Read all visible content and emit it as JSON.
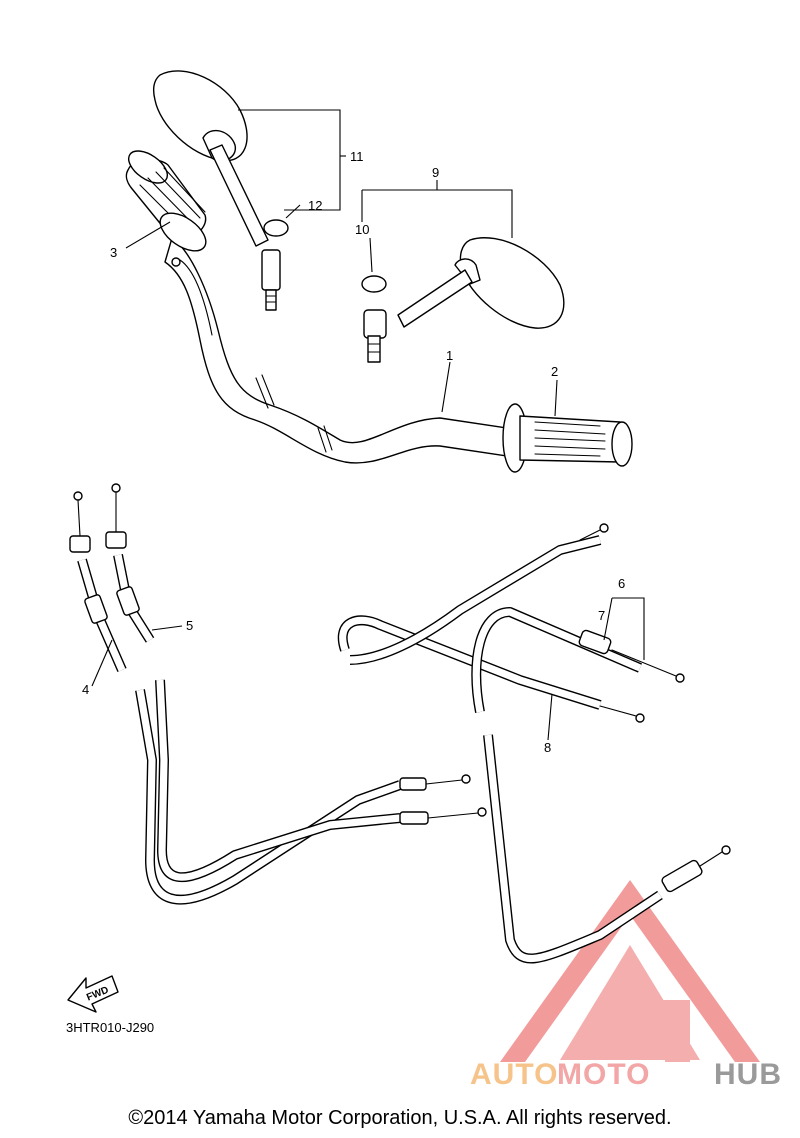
{
  "diagram": {
    "callouts": [
      "1",
      "2",
      "3",
      "4",
      "5",
      "6",
      "7",
      "8",
      "9",
      "10",
      "11",
      "12"
    ],
    "diagram_code": "3HTR010-J290",
    "fwd_label": "FWD",
    "copyright": "©2014 Yamaha Motor Corporation, U.S.A. All rights reserved."
  },
  "watermark": {
    "part1": "AUTO",
    "part2": "MOTO",
    "part3": "HUB",
    "colors": {
      "triangle": "#f08080",
      "auto": "#f6c48a",
      "moto": "#f3a6a6",
      "hub": "#9a9a9a"
    }
  }
}
